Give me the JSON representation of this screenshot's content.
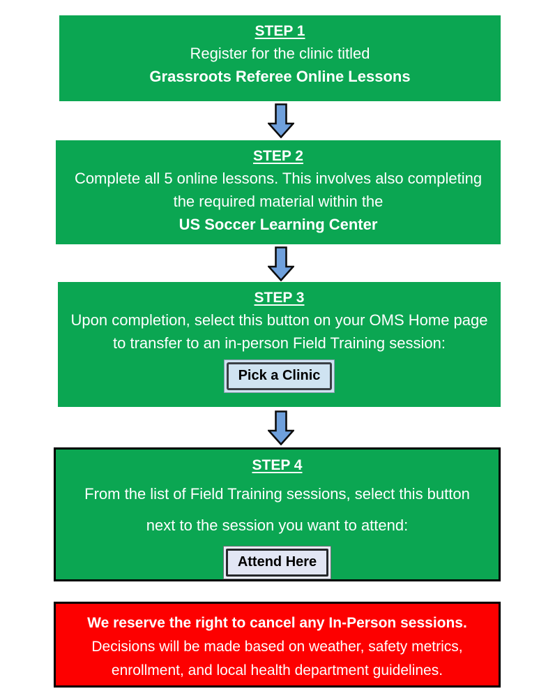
{
  "colors": {
    "step_green": "#0ba652",
    "warning_red": "#fd0000",
    "arrow_fill": "#6fa0dc",
    "arrow_outline": "#0d0d0d",
    "box_border": "#000000",
    "button_fill_blue": "#cfe3f1",
    "button_fill_lavender": "#e2e6f4",
    "text_white": "#ffffff",
    "text_black": "#000000"
  },
  "step1": {
    "title": "STEP 1",
    "line1": "Register for the clinic titled",
    "line2": "Grassroots Referee Online Lessons"
  },
  "step2": {
    "title": "STEP 2",
    "body": "Complete all 5 online lessons. This involves also completing the required material within the",
    "emphasis": "US Soccer Learning Center"
  },
  "step3": {
    "title": "STEP 3",
    "body": "Upon completion, select this button on your OMS Home page to transfer to an in-person Field Training session:",
    "button_label": "Pick a Clinic"
  },
  "step4": {
    "title": "STEP 4",
    "body": "From the list of  Field Training sessions, select this button next to the session you want to attend:",
    "button_label": "Attend Here"
  },
  "warning": {
    "headline": "We reserve the right to cancel any In-Person sessions.",
    "detail": "Decisions will be made based on weather, safety metrics, enrollment, and local health department guidelines."
  }
}
